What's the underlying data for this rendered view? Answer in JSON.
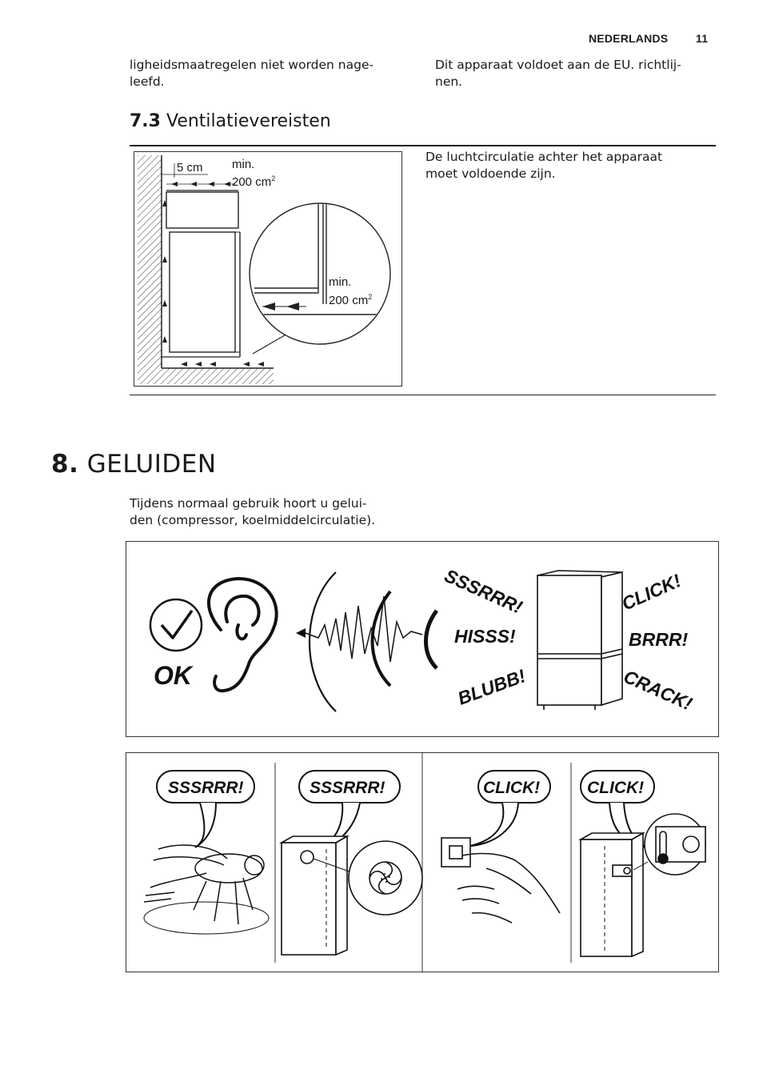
{
  "header": {
    "language": "NEDERLANDS",
    "page_number": "11"
  },
  "intro": {
    "left_line1": "ligheidsmaatregelen niet worden nage-",
    "left_line2": "leefd.",
    "right_line1": "Dit apparaat voldoet aan de EU. richtlij-",
    "right_line2": "nen."
  },
  "section73": {
    "number": "7.3",
    "title": "Ventilatievereisten",
    "text_line1": "De luchtcirculatie achter het apparaat",
    "text_line2": "moet voldoende zijn.",
    "figure": {
      "gap_label": "5 cm",
      "top_min": "min.",
      "top_area": "200 cm",
      "bottom_min": "min.",
      "bottom_area": "200 cm",
      "sup": "2"
    }
  },
  "section8": {
    "number": "8.",
    "title": "GELUIDEN",
    "text_line1": "Tijdens normaal gebruik hoort u gelui-",
    "text_line2": "den (compressor, koelmiddelcirculatie).",
    "figure_top": {
      "ok": "OK",
      "sounds": [
        "SSSRRR!",
        "HISSS!",
        "BLUBB!",
        "CLICK!",
        "BRRR!",
        "CRACK!"
      ]
    },
    "figure_bottom": {
      "bubbles": [
        "SSSRRR!",
        "SSSRRR!",
        "CLICK!",
        "CLICK!"
      ]
    }
  }
}
